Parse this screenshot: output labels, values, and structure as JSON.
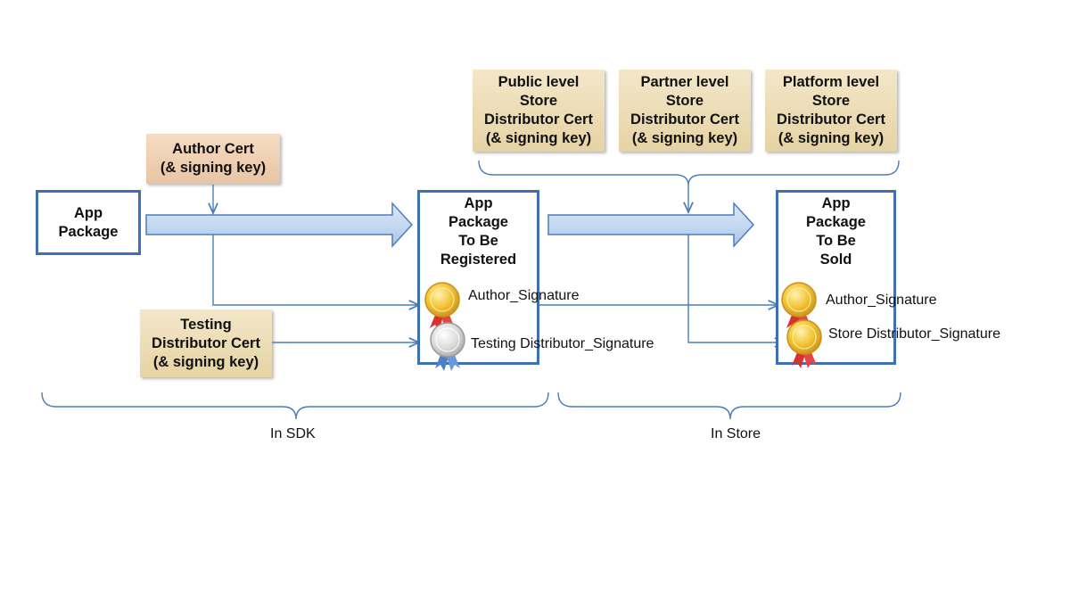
{
  "certs": {
    "author": "Author Cert\n(& signing key)",
    "testing": "Testing\nDistributor Cert\n(& signing key)",
    "public": "Public level\nStore\nDistributor Cert\n(& signing key)",
    "partner": "Partner level\nStore\nDistributor Cert\n(& signing key)",
    "platform": "Platform level\nStore\nDistributor Cert\n(& signing key)"
  },
  "packages": {
    "source": "App\nPackage",
    "registered": "App\nPackage\nTo Be\nRegistered",
    "sold": "App\nPackage\nTo Be\nSold"
  },
  "signatures": {
    "author_registered": "Author_Signature",
    "testing": "Testing Distributor_Signature",
    "author_sold": "Author_Signature",
    "store": "Store Distributor_Signature"
  },
  "phases": {
    "sdk": "In SDK",
    "store": "In Store"
  },
  "colors": {
    "line": "#4a7ebb",
    "box_border": "#3f6fb5",
    "arrow_fill": "#c6d9f1",
    "cert_fill": "#ecdcb5",
    "author_cert_fill": "#efcfb0",
    "gold_seal": "#f2c230",
    "silver_seal": "#d9d9d9",
    "ribbon_red": "#d9312b",
    "ribbon_blue": "#5b86c5"
  },
  "icons": [
    "gold-seal-icon",
    "silver-seal-icon"
  ]
}
